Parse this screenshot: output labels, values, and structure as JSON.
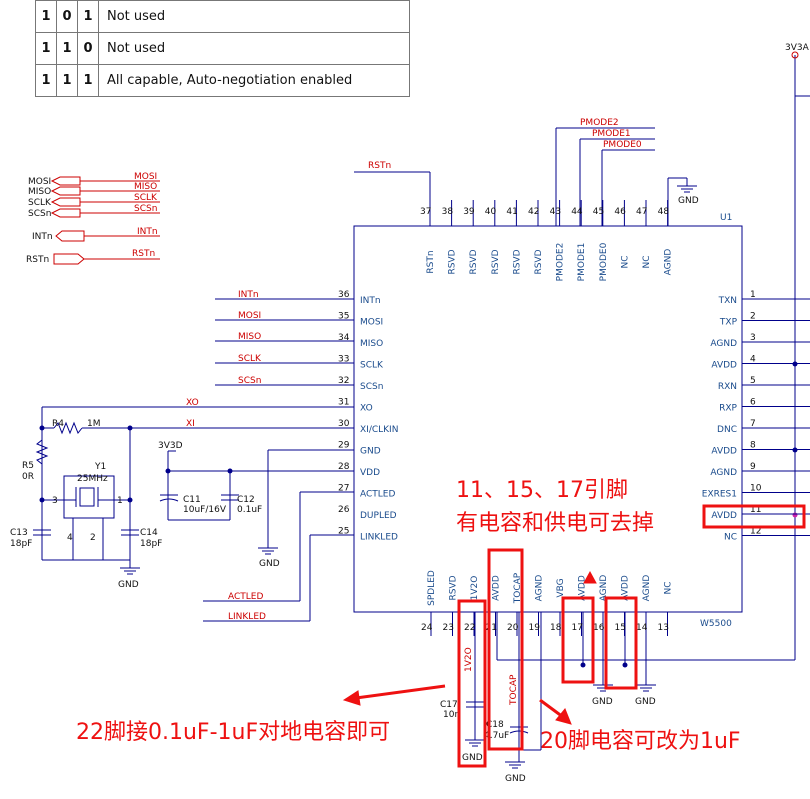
{
  "table": {
    "rows": [
      [
        "1",
        "0",
        "1",
        "Not used"
      ],
      [
        "1",
        "1",
        "0",
        "Not used"
      ],
      [
        "1",
        "1",
        "1",
        "All capable, Auto-negotiation enabled"
      ]
    ]
  },
  "power": {
    "rail": "3V3A",
    "rail2": "3V3D",
    "gnd": "GND"
  },
  "nets": {
    "rstn": "RSTn",
    "pmode2": "PMODE2",
    "pmode1": "PMODE1",
    "pmode0": "PMODE0",
    "mosi": "MOSI",
    "miso": "MISO",
    "sclk": "SCLK",
    "scsn": "SCSn",
    "intn": "INTn",
    "xo": "XO",
    "xi": "XI",
    "actled": "ACTLED",
    "linkled": "LINKLED",
    "v12o": "1V2O",
    "tocap": "TOCAP"
  },
  "chip": {
    "ref": "U1",
    "part": "W5500",
    "top_pins": [
      {
        "num": "37",
        "name": "RSTn"
      },
      {
        "num": "38",
        "name": "RSVD"
      },
      {
        "num": "39",
        "name": "RSVD"
      },
      {
        "num": "40",
        "name": "RSVD"
      },
      {
        "num": "41",
        "name": "RSVD"
      },
      {
        "num": "42",
        "name": "RSVD"
      },
      {
        "num": "43",
        "name": "PMODE2"
      },
      {
        "num": "44",
        "name": "PMODE1"
      },
      {
        "num": "45",
        "name": "PMODE0"
      },
      {
        "num": "46",
        "name": "NC"
      },
      {
        "num": "47",
        "name": "NC"
      },
      {
        "num": "48",
        "name": "AGND"
      }
    ],
    "left_pins": [
      {
        "num": "36",
        "name": "INTn"
      },
      {
        "num": "35",
        "name": "MOSI"
      },
      {
        "num": "34",
        "name": "MISO"
      },
      {
        "num": "33",
        "name": "SCLK"
      },
      {
        "num": "32",
        "name": "SCSn"
      },
      {
        "num": "31",
        "name": "XO"
      },
      {
        "num": "30",
        "name": "XI/CLKIN"
      },
      {
        "num": "29",
        "name": "GND"
      },
      {
        "num": "28",
        "name": "VDD"
      },
      {
        "num": "27",
        "name": "ACTLED"
      },
      {
        "num": "26",
        "name": "DUPLED"
      },
      {
        "num": "25",
        "name": "LINKLED"
      }
    ],
    "right_pins": [
      {
        "num": "1",
        "name": "TXN"
      },
      {
        "num": "2",
        "name": "TXP"
      },
      {
        "num": "3",
        "name": "AGND"
      },
      {
        "num": "4",
        "name": "AVDD"
      },
      {
        "num": "5",
        "name": "RXN"
      },
      {
        "num": "6",
        "name": "RXP"
      },
      {
        "num": "7",
        "name": "DNC"
      },
      {
        "num": "8",
        "name": "AVDD"
      },
      {
        "num": "9",
        "name": "AGND"
      },
      {
        "num": "10",
        "name": "EXRES1"
      },
      {
        "num": "11",
        "name": "AVDD"
      },
      {
        "num": "12",
        "name": "NC"
      }
    ],
    "bottom_pins": [
      {
        "num": "24",
        "name": "SPDLED"
      },
      {
        "num": "23",
        "name": "RSVD"
      },
      {
        "num": "22",
        "name": "1V2O"
      },
      {
        "num": "21",
        "name": "AVDD"
      },
      {
        "num": "20",
        "name": "TOCAP"
      },
      {
        "num": "19",
        "name": "AGND"
      },
      {
        "num": "18",
        "name": "VBG"
      },
      {
        "num": "17",
        "name": "AVDD"
      },
      {
        "num": "16",
        "name": "AGND"
      },
      {
        "num": "15",
        "name": "AVDD"
      },
      {
        "num": "14",
        "name": "AGND"
      },
      {
        "num": "13",
        "name": "NC"
      }
    ]
  },
  "components": {
    "r4": "R4",
    "r4_val": "1M",
    "r5": "R5",
    "r5_val": "0R",
    "y1": "Y1",
    "y1_val": "25MHz",
    "c13": "C13",
    "c13_val": "18pF",
    "c14": "C14",
    "c14_val": "18pF",
    "c11": "C11",
    "c11_val": "10uF/16V",
    "c12": "C12",
    "c12_val": "0.1uF",
    "c17": "C17",
    "c17_val": "10n",
    "c18": "C18",
    "c18_val": "4.7uF",
    "y1_pin1": "1",
    "y1_pin2": "2",
    "y1_pin3": "3",
    "y1_pin4": "4"
  },
  "annotations": {
    "note1_line1": "11、15、17引脚",
    "note1_line2": "有电容和供电可去掉",
    "note2": "22脚接0.1uF-1uF对地电容即可",
    "note3": "20脚电容可改为1uF"
  },
  "colors": {
    "wire": "#00008b",
    "net": "#cc0000",
    "pin": "#1a4b8c",
    "highlight": "#ee1111"
  }
}
